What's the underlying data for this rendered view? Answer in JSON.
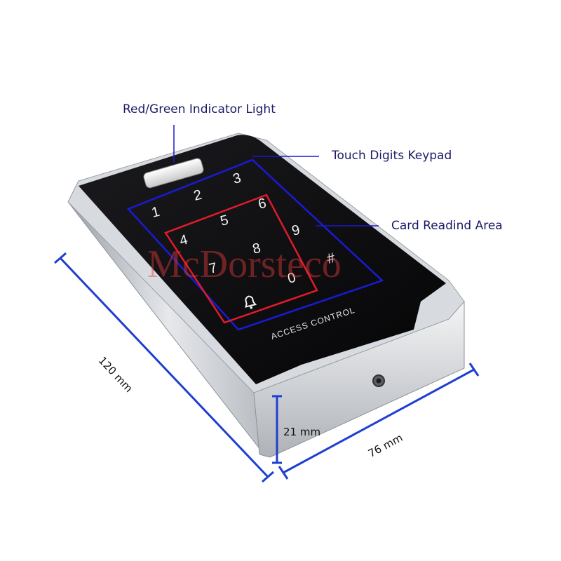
{
  "callouts": {
    "indicator": "Red/Green Indicator Light",
    "keypad": "Touch Digits Keypad",
    "card_area": "Card Readind Area"
  },
  "device": {
    "keys": [
      "1",
      "2",
      "3",
      "4",
      "5",
      "6",
      "7",
      "8",
      "9",
      "0",
      "#"
    ],
    "bell_icon": "bell-icon",
    "label": "ACCESS CONTROL"
  },
  "dimensions": {
    "length": "120 mm",
    "height": "21 mm",
    "width": "76 mm"
  },
  "watermark": "McDorsteco",
  "colors": {
    "callout_line": "#1a1acc",
    "keypad_frame": "#1a1ad6",
    "card_frame": "#e01b2a",
    "face": "#0b0b0d",
    "metal": "#c9ccd1",
    "dimension_line": "#1f3fd0"
  }
}
